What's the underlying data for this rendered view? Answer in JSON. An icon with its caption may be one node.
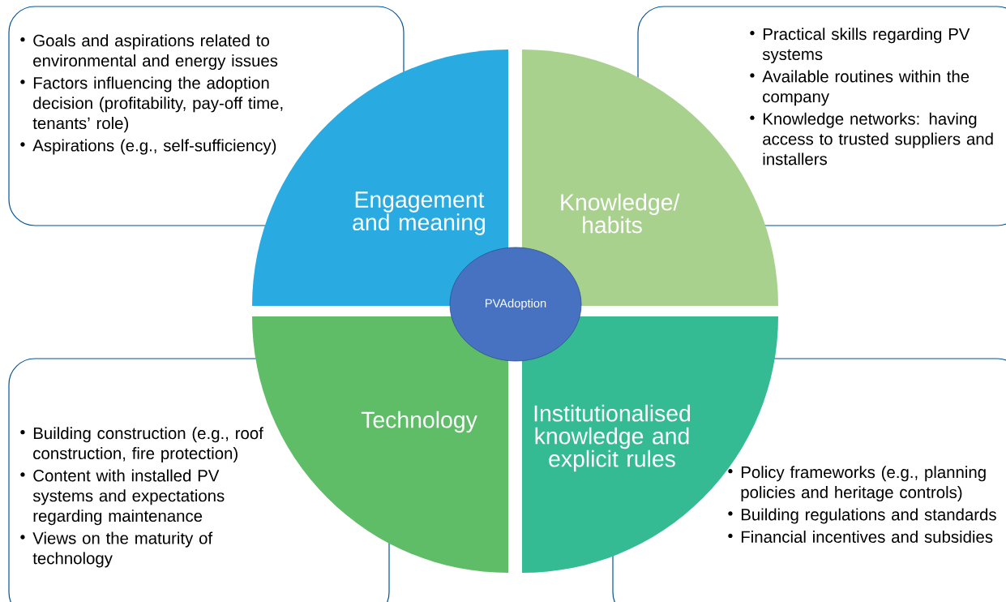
{
  "diagram": {
    "nodes": [
      {
        "text": [
          "Goals and aspirations related to environmental and energy issues",
          "Factors influencing the adoption decision (profitability, pay-off time, tenants’ role)",
          "Aspirations (e.g., self-sufficiency)"
        ]
      },
      {
        "text": [
          "Practical skills regarding PV systems",
          "Available routines within the company",
          "Knowledge networks: having access to trusted suppliers and installers"
        ]
      },
      {
        "text": [
          "Engagement and meaning"
        ]
      },
      {
        "text": [
          "Knowledge/ habits"
        ]
      },
      {
        "text": [
          "PVAdoption"
        ]
      },
      {
        "text": [
          "Technology"
        ]
      },
      {
        "text": [
          "Institutionalised knowledge and explicit rules"
        ]
      },
      {
        "text": [
          "Building construction (e.g., roof construction, fire protection)",
          "Content with installed PV systems and expectations regarding maintenance",
          "Views on the maturity of technology"
        ]
      },
      {
        "text": [
          "Policy frameworks (e.g., planning policies and heritage controls)",
          "Building regulations and standards",
          "Financial incentives and subsidies"
        ]
      }
    ]
  }
}
